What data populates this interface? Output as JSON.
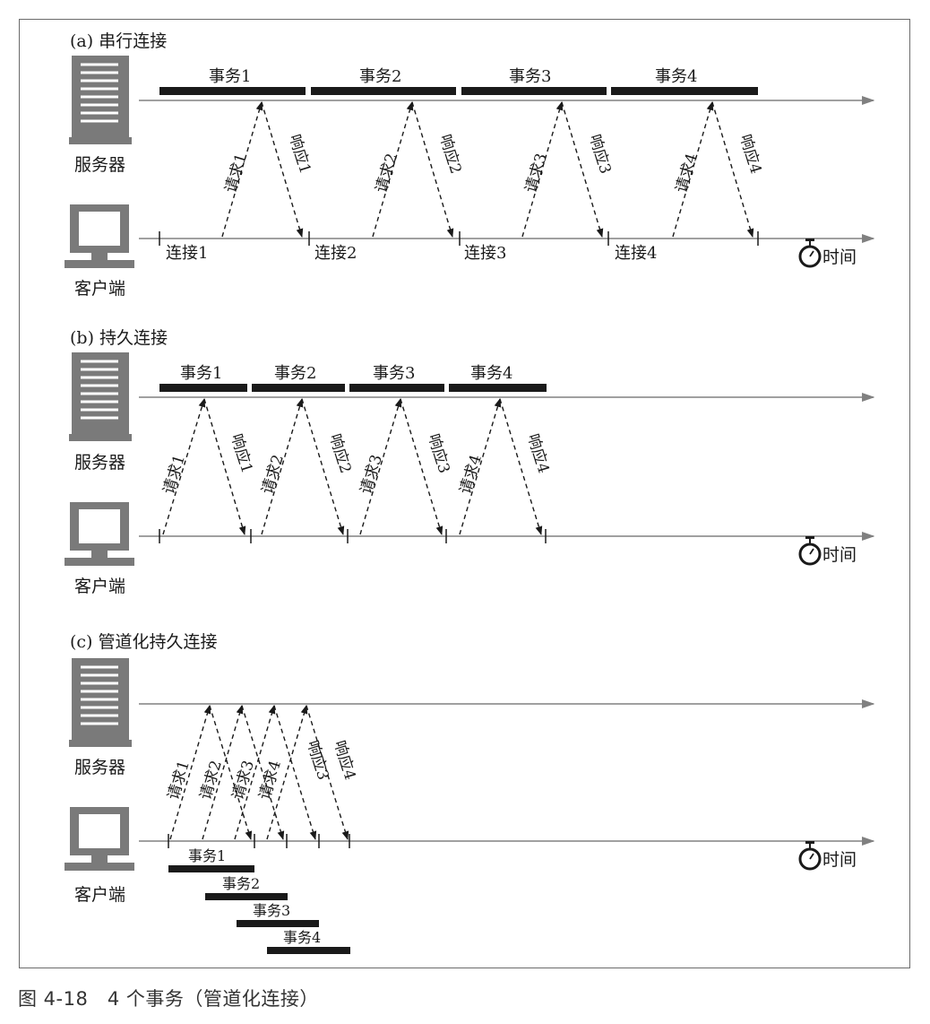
{
  "caption": "图 4-18　4 个事务（管道化连接）",
  "colors": {
    "ink": "#1a1a1a",
    "axis": "#808080",
    "device": "#7a7a7a"
  },
  "icons": {
    "server": "server-icon",
    "client": "computer-monitor-icon",
    "timer": "stopwatch-icon"
  },
  "panels": [
    {
      "id": "a",
      "title": "(a) 串行连接",
      "server_label": "服务器",
      "client_label": "客户端",
      "time_label": "时间",
      "transactions": [
        "事务1",
        "事务2",
        "事务3",
        "事务4"
      ],
      "requests": [
        "请求1",
        "请求2",
        "请求3",
        "请求4"
      ],
      "responses": [
        "响应1",
        "响应2",
        "响应3",
        "响应4"
      ],
      "connections": [
        "连接1",
        "连接2",
        "连接3",
        "连接4"
      ]
    },
    {
      "id": "b",
      "title": "(b) 持久连接",
      "server_label": "服务器",
      "client_label": "客户端",
      "time_label": "时间",
      "transactions": [
        "事务1",
        "事务2",
        "事务3",
        "事务4"
      ],
      "requests": [
        "请求1",
        "请求2",
        "请求3",
        "请求4"
      ],
      "responses": [
        "响应1",
        "响应2",
        "响应3",
        "响应4"
      ]
    },
    {
      "id": "c",
      "title": "(c) 管道化持久连接",
      "server_label": "服务器",
      "client_label": "客户端",
      "time_label": "时间",
      "transactions": [
        "事务1",
        "事务2",
        "事务3",
        "事务4"
      ],
      "requests": [
        "请求1",
        "请求2",
        "请求3",
        "请求4"
      ],
      "responses": [
        "响应3",
        "响应4"
      ]
    }
  ]
}
